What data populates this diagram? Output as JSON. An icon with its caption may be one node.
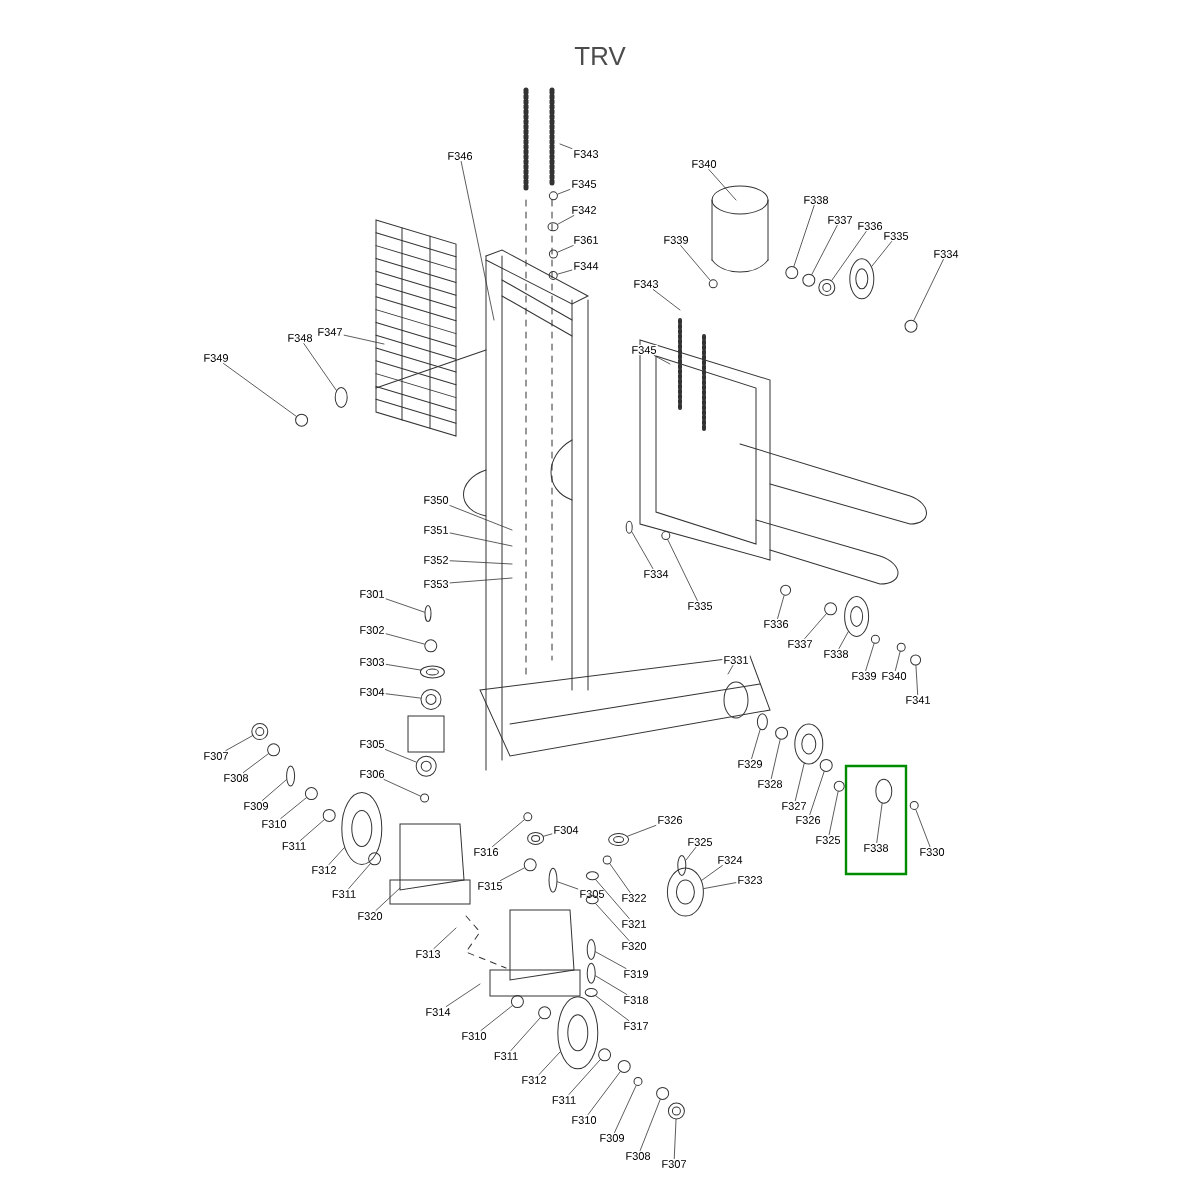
{
  "diagram": {
    "title": "TRV",
    "nodes": [
      {
        "text": [
          "F346"
        ]
      },
      {
        "text": [
          "F343"
        ]
      },
      {
        "text": [
          "F345"
        ]
      },
      {
        "text": [
          "F342"
        ]
      },
      {
        "text": [
          "F361"
        ]
      },
      {
        "text": [
          "F344"
        ]
      },
      {
        "text": [
          "F340"
        ]
      },
      {
        "text": [
          "F338"
        ]
      },
      {
        "text": [
          "F337"
        ]
      },
      {
        "text": [
          "F336"
        ]
      },
      {
        "text": [
          "F335"
        ]
      },
      {
        "text": [
          "F334"
        ]
      },
      {
        "text": [
          "F339"
        ]
      },
      {
        "text": [
          "F343"
        ]
      },
      {
        "text": [
          "F345"
        ]
      },
      {
        "text": [
          "F347"
        ]
      },
      {
        "text": [
          "F348"
        ]
      },
      {
        "text": [
          "F349"
        ]
      },
      {
        "text": [
          "F350"
        ]
      },
      {
        "text": [
          "F351"
        ]
      },
      {
        "text": [
          "F352"
        ]
      },
      {
        "text": [
          "F353"
        ]
      },
      {
        "text": [
          "F334"
        ]
      },
      {
        "text": [
          "F335"
        ]
      },
      {
        "text": [
          "F336"
        ]
      },
      {
        "text": [
          "F337"
        ]
      },
      {
        "text": [
          "F338"
        ]
      },
      {
        "text": [
          "F339"
        ]
      },
      {
        "text": [
          "F340"
        ]
      },
      {
        "text": [
          "F341"
        ]
      },
      {
        "text": [
          "F301"
        ]
      },
      {
        "text": [
          "F302"
        ]
      },
      {
        "text": [
          "F303"
        ]
      },
      {
        "text": [
          "F304"
        ]
      },
      {
        "text": [
          "F331"
        ]
      },
      {
        "text": [
          "F305"
        ]
      },
      {
        "text": [
          "F306"
        ]
      },
      {
        "text": [
          "F307"
        ]
      },
      {
        "text": [
          "F308"
        ]
      },
      {
        "text": [
          "F309"
        ]
      },
      {
        "text": [
          "F310"
        ]
      },
      {
        "text": [
          "F311"
        ]
      },
      {
        "text": [
          "F312"
        ]
      },
      {
        "text": [
          "F329"
        ]
      },
      {
        "text": [
          "F328"
        ]
      },
      {
        "text": [
          "F327"
        ]
      },
      {
        "text": [
          "F326"
        ]
      },
      {
        "text": [
          "F325"
        ]
      },
      {
        "text": [],
        "shape": "box"
      },
      {
        "text": [
          "F338"
        ],
        "in": 48
      },
      {
        "text": [
          "F330"
        ]
      },
      {
        "text": [
          "F316"
        ]
      },
      {
        "text": [
          "F304"
        ]
      },
      {
        "text": [
          "F326"
        ]
      },
      {
        "text": [
          "F325"
        ]
      },
      {
        "text": [
          "F324"
        ]
      },
      {
        "text": [
          "F323"
        ]
      },
      {
        "text": [
          "F315"
        ]
      },
      {
        "text": [
          "F305"
        ]
      },
      {
        "text": [
          "F322"
        ]
      },
      {
        "text": [
          "F311"
        ]
      },
      {
        "text": [
          "F320"
        ]
      },
      {
        "text": [
          "F321"
        ]
      },
      {
        "text": [
          "F320"
        ]
      },
      {
        "text": [
          "F313"
        ]
      },
      {
        "text": [
          "F319"
        ]
      },
      {
        "text": [
          "F318"
        ]
      },
      {
        "text": [
          "F314"
        ]
      },
      {
        "text": [
          "F317"
        ]
      },
      {
        "text": [
          "F310"
        ]
      },
      {
        "text": [
          "F311"
        ]
      },
      {
        "text": [
          "F312"
        ]
      },
      {
        "text": [
          "F311"
        ]
      },
      {
        "text": [
          "F310"
        ]
      },
      {
        "text": [
          "F309"
        ]
      },
      {
        "text": [
          "F308"
        ]
      },
      {
        "text": [
          "F307"
        ]
      },
      {
        "text": [],
        "shape": "circle"
      },
      {
        "text": [],
        "shape": "circle"
      },
      {
        "text": [],
        "shape": "circle"
      },
      {
        "text": [],
        "shape": "circle"
      },
      {
        "text": [],
        "shape": "circle"
      },
      {
        "text": [],
        "shape": "circle"
      },
      {
        "text": [],
        "shape": "circle"
      },
      {
        "text": [],
        "shape": "circle"
      },
      {
        "text": [],
        "shape": "circle"
      },
      {
        "text": [],
        "shape": "circle"
      },
      {
        "text": [],
        "shape": "circle"
      },
      {
        "text": [],
        "shape": "circle"
      },
      {
        "text": [],
        "shape": "circle"
      },
      {
        "text": [],
        "shape": "circle"
      },
      {
        "text": [],
        "shape": "circle"
      },
      {
        "text": [],
        "shape": "circle"
      },
      {
        "text": [],
        "shape": "circle"
      },
      {
        "text": [],
        "shape": "circle"
      },
      {
        "text": [],
        "shape": "circle"
      },
      {
        "text": [],
        "shape": "circle"
      },
      {
        "text": [],
        "shape": "circle"
      },
      {
        "text": [],
        "shape": "circle"
      },
      {
        "text": [],
        "shape": "circle"
      },
      {
        "text": [],
        "shape": "circle"
      },
      {
        "text": [],
        "shape": "circle"
      },
      {
        "text": [],
        "shape": "circle"
      },
      {
        "text": [],
        "shape": "circle"
      },
      {
        "text": [],
        "shape": "circle"
      },
      {
        "text": [],
        "shape": "circle"
      },
      {
        "text": [],
        "shape": "circle"
      },
      {
        "text": [],
        "shape": "circle"
      },
      {
        "text": [],
        "shape": "circle"
      },
      {
        "text": [],
        "shape": "circle"
      },
      {
        "text": [],
        "shape": "circle"
      },
      {
        "text": [],
        "shape": "circle"
      },
      {
        "text": [],
        "shape": "circle"
      },
      {
        "text": [],
        "shape": "circle"
      },
      {
        "text": [],
        "shape": "circle",
        "in": 48
      },
      {
        "text": [],
        "shape": "circle"
      },
      {
        "text": [],
        "shape": "circle"
      },
      {
        "text": [],
        "shape": "circle"
      },
      {
        "text": [],
        "shape": "circle"
      },
      {
        "text": [],
        "shape": "circle"
      },
      {
        "text": [],
        "shape": "circle"
      },
      {
        "text": [],
        "shape": "circle"
      },
      {
        "text": [],
        "shape": "circle"
      },
      {
        "text": [],
        "shape": "circle"
      },
      {
        "text": [],
        "shape": "circle"
      },
      {
        "text": [],
        "shape": "circle"
      },
      {
        "text": [],
        "shape": "circle"
      },
      {
        "text": [],
        "shape": "circle"
      },
      {
        "text": [],
        "shape": "circle"
      },
      {
        "text": [],
        "shape": "circle"
      },
      {
        "text": [],
        "shape": "circle"
      },
      {
        "text": [],
        "shape": "circle"
      },
      {
        "text": [],
        "shape": "circle"
      },
      {
        "text": [],
        "shape": "circle"
      },
      {
        "text": [],
        "shape": "circle"
      },
      {
        "text": [],
        "shape": "circle"
      },
      {
        "text": [],
        "shape": "circle"
      },
      {
        "text": [],
        "shape": "circle"
      }
    ],
    "edges": [
      {
        "from": 0,
        "to": null,
        "arrow": "none"
      },
      {
        "from": 1,
        "to": null,
        "arrow": "none"
      },
      {
        "from": 2,
        "to": 77,
        "arrow": "none"
      },
      {
        "from": 3,
        "to": 78,
        "arrow": "none"
      },
      {
        "from": 4,
        "to": 79,
        "arrow": "none"
      },
      {
        "from": 5,
        "to": 80,
        "arrow": "none"
      },
      {
        "from": 6,
        "to": null,
        "arrow": "none"
      },
      {
        "from": 7,
        "to": 81,
        "arrow": "none"
      },
      {
        "from": 8,
        "to": 82,
        "arrow": "none"
      },
      {
        "from": 9,
        "to": 83,
        "arrow": "none"
      },
      {
        "from": 10,
        "to": 84,
        "arrow": "none"
      },
      {
        "from": 11,
        "to": 85,
        "arrow": "none"
      },
      {
        "from": 12,
        "to": 86,
        "arrow": "none"
      },
      {
        "from": 13,
        "to": null,
        "arrow": "none"
      },
      {
        "from": 14,
        "to": null,
        "arrow": "none"
      },
      {
        "from": 15,
        "to": null,
        "arrow": "none"
      },
      {
        "from": 16,
        "to": 87,
        "arrow": "none"
      },
      {
        "from": 17,
        "to": 88,
        "arrow": "none"
      },
      {
        "from": 18,
        "to": null,
        "arrow": "none"
      },
      {
        "from": 19,
        "to": null,
        "arrow": "none"
      },
      {
        "from": 20,
        "to": null,
        "arrow": "none"
      },
      {
        "from": 21,
        "to": null,
        "arrow": "none"
      },
      {
        "from": 22,
        "to": 89,
        "arrow": "none"
      },
      {
        "from": 23,
        "to": 90,
        "arrow": "none"
      },
      {
        "from": 24,
        "to": 91,
        "arrow": "none"
      },
      {
        "from": 25,
        "to": 92,
        "arrow": "none"
      },
      {
        "from": 26,
        "to": 93,
        "arrow": "none"
      },
      {
        "from": 27,
        "to": 94,
        "arrow": "none"
      },
      {
        "from": 28,
        "to": 95,
        "arrow": "none"
      },
      {
        "from": 29,
        "to": 96,
        "arrow": "none"
      },
      {
        "from": 30,
        "to": 97,
        "arrow": "none"
      },
      {
        "from": 31,
        "to": 98,
        "arrow": "none"
      },
      {
        "from": 32,
        "to": 99,
        "arrow": "none"
      },
      {
        "from": 33,
        "to": 100,
        "arrow": "none"
      },
      {
        "from": 34,
        "to": null,
        "arrow": "none"
      },
      {
        "from": 35,
        "to": 101,
        "arrow": "none"
      },
      {
        "from": 36,
        "to": 102,
        "arrow": "none"
      },
      {
        "from": 37,
        "to": 103,
        "arrow": "none"
      },
      {
        "from": 38,
        "to": 104,
        "arrow": "none"
      },
      {
        "from": 39,
        "to": 105,
        "arrow": "none"
      },
      {
        "from": 40,
        "to": 106,
        "arrow": "none"
      },
      {
        "from": 41,
        "to": 107,
        "arrow": "none"
      },
      {
        "from": 42,
        "to": 108,
        "arrow": "none"
      },
      {
        "from": 43,
        "to": 109,
        "arrow": "none"
      },
      {
        "from": 44,
        "to": 110,
        "arrow": "none"
      },
      {
        "from": 45,
        "to": 111,
        "arrow": "none"
      },
      {
        "from": 46,
        "to": 112,
        "arrow": "none"
      },
      {
        "from": 47,
        "to": 113,
        "arrow": "none"
      },
      {
        "from": 49,
        "to": 114,
        "arrow": "none"
      },
      {
        "from": 50,
        "to": 115,
        "arrow": "none"
      },
      {
        "from": 51,
        "to": 116,
        "arrow": "none"
      },
      {
        "from": 52,
        "to": 117,
        "arrow": "none"
      },
      {
        "from": 53,
        "to": 118,
        "arrow": "none"
      },
      {
        "from": 54,
        "to": 119,
        "arrow": "none"
      },
      {
        "from": 55,
        "to": 120,
        "arrow": "none"
      },
      {
        "from": 56,
        "to": 120,
        "arrow": "none"
      },
      {
        "from": 57,
        "to": 121,
        "arrow": "none"
      },
      {
        "from": 58,
        "to": 122,
        "arrow": "none"
      },
      {
        "from": 59,
        "to": 123,
        "arrow": "none"
      },
      {
        "from": 60,
        "to": 124,
        "arrow": "none"
      },
      {
        "from": 61,
        "to": null,
        "arrow": "none"
      },
      {
        "from": 62,
        "to": 125,
        "arrow": "none"
      },
      {
        "from": 63,
        "to": 126,
        "arrow": "none"
      },
      {
        "from": 64,
        "to": null,
        "arrow": "none"
      },
      {
        "from": 65,
        "to": 127,
        "arrow": "none"
      },
      {
        "from": 66,
        "to": 128,
        "arrow": "none"
      },
      {
        "from": 67,
        "to": null,
        "arrow": "none"
      },
      {
        "from": 68,
        "to": 129,
        "arrow": "none"
      },
      {
        "from": 69,
        "to": 130,
        "arrow": "none"
      },
      {
        "from": 70,
        "to": 131,
        "arrow": "none"
      },
      {
        "from": 71,
        "to": 132,
        "arrow": "none"
      },
      {
        "from": 72,
        "to": 133,
        "arrow": "none"
      },
      {
        "from": 73,
        "to": 134,
        "arrow": "none"
      },
      {
        "from": 74,
        "to": 135,
        "arrow": "none"
      },
      {
        "from": 75,
        "to": 136,
        "arrow": "none"
      },
      {
        "from": 76,
        "to": 137,
        "arrow": "none"
      }
    ]
  }
}
